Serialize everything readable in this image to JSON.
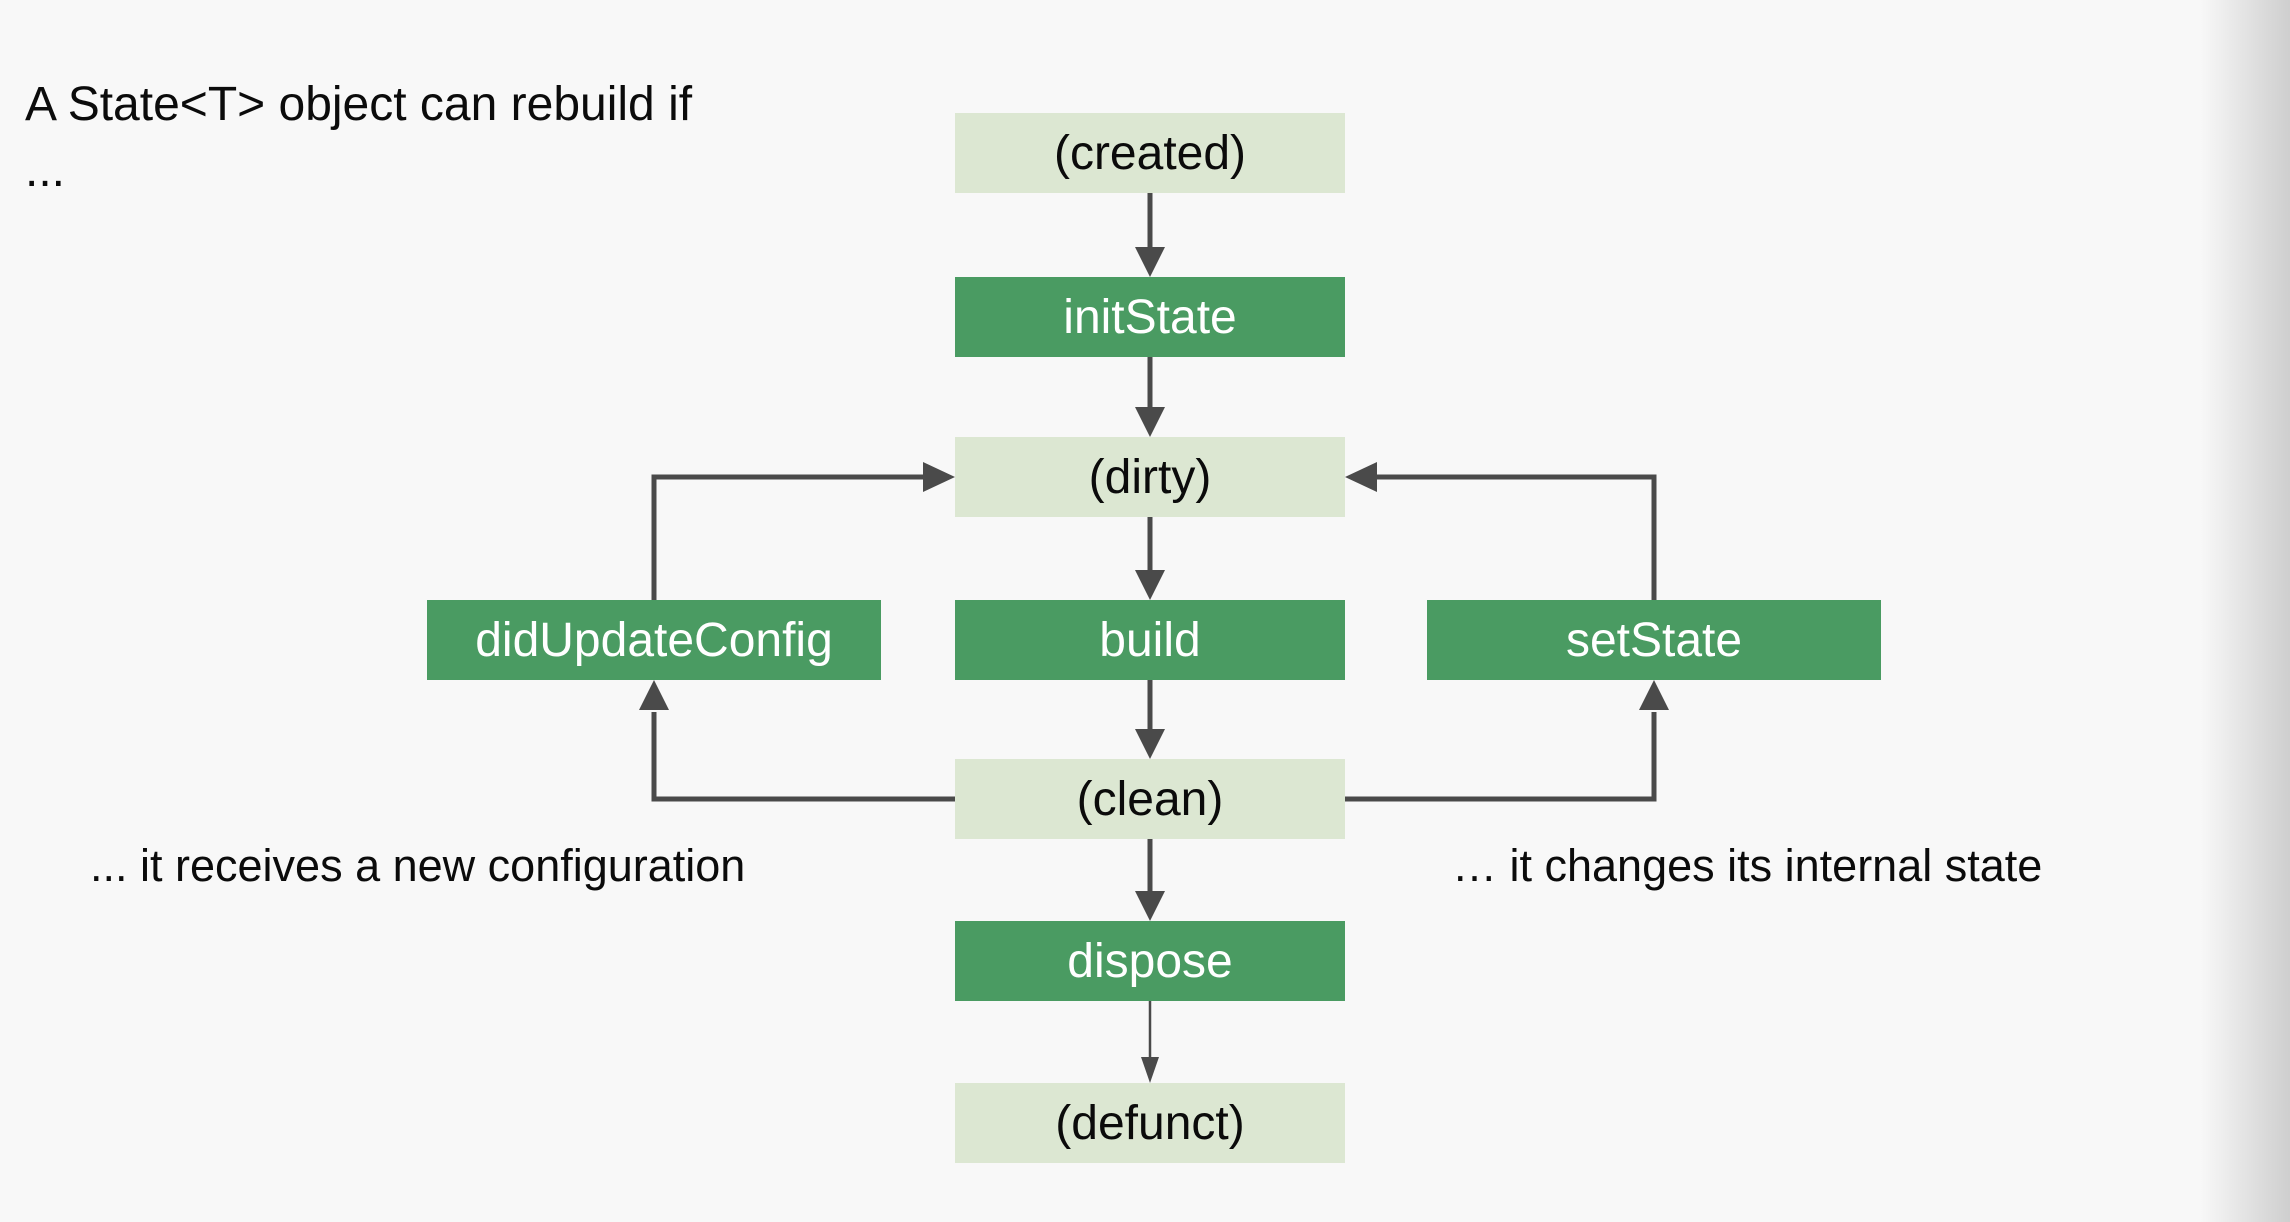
{
  "intro": {
    "line1": "A State<T> object can rebuild if",
    "line2": "..."
  },
  "diagram": {
    "nodes": [
      {
        "id": "created",
        "label": "(created)",
        "kind": "state"
      },
      {
        "id": "initState",
        "label": "initState",
        "kind": "method"
      },
      {
        "id": "dirty",
        "label": "(dirty)",
        "kind": "state"
      },
      {
        "id": "build",
        "label": "build",
        "kind": "method"
      },
      {
        "id": "clean",
        "label": "(clean)",
        "kind": "state"
      },
      {
        "id": "dispose",
        "label": "dispose",
        "kind": "method"
      },
      {
        "id": "defunct",
        "label": "(defunct)",
        "kind": "state"
      },
      {
        "id": "didUpdateConfig",
        "label": "didUpdateConfig",
        "kind": "method"
      },
      {
        "id": "setState",
        "label": "setState",
        "kind": "method"
      }
    ],
    "edges": [
      {
        "from": "(created)",
        "to": "initState",
        "style": "thick"
      },
      {
        "from": "initState",
        "to": "(dirty)",
        "style": "thick"
      },
      {
        "from": "(dirty)",
        "to": "build",
        "style": "thick"
      },
      {
        "from": "build",
        "to": "(clean)",
        "style": "thick"
      },
      {
        "from": "(clean)",
        "to": "dispose",
        "style": "thick"
      },
      {
        "from": "dispose",
        "to": "(defunct)",
        "style": "thin"
      },
      {
        "from": "(clean)",
        "to": "didUpdateConfig",
        "style": "thick"
      },
      {
        "from": "didUpdateConfig",
        "to": "(dirty)",
        "style": "thick"
      },
      {
        "from": "(clean)",
        "to": "setState",
        "style": "thick"
      },
      {
        "from": "setState",
        "to": "(dirty)",
        "style": "thick"
      }
    ]
  },
  "annotations": {
    "left": "... it receives a new configuration",
    "right": "… it changes its internal state"
  },
  "colors": {
    "background": "#f8f8f8",
    "state_box": "#dce7d2",
    "method_box": "#4a9b62",
    "text_dark": "#0b0b0b",
    "text_light": "#ffffff",
    "arrow": "#4a4a4a"
  }
}
